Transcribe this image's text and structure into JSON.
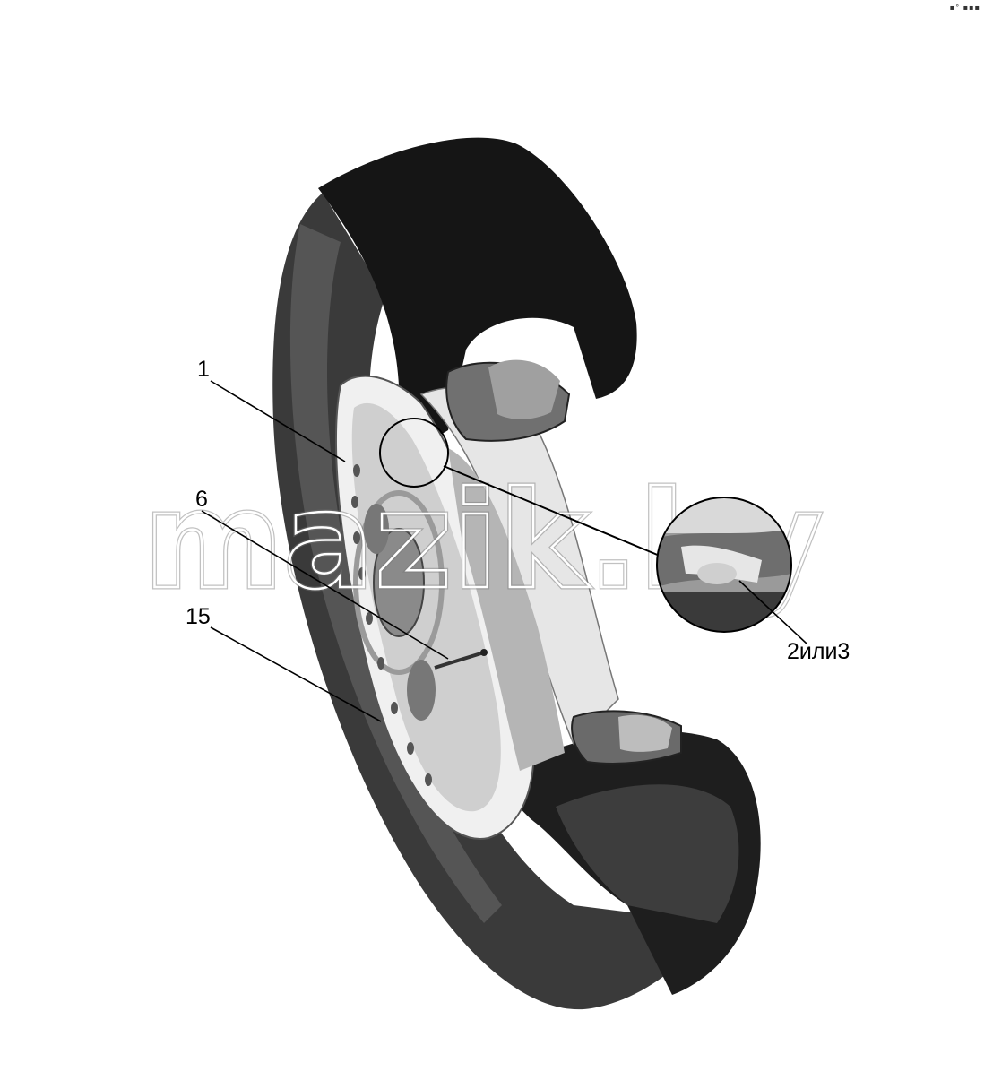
{
  "callouts": {
    "label_1": "1",
    "label_6": "6",
    "label_15": "15",
    "label_2or3": "2или3"
  },
  "watermark": {
    "text": "mazik.by"
  },
  "corner_mark": "▪° ▪▪▪",
  "colors": {
    "tire_dark": "#2b2b2b",
    "tire_black": "#121212",
    "tire_mid": "#484848",
    "rim_light": "#d9d9d9",
    "rim_white": "#f2f2f2",
    "background": "#ffffff"
  }
}
